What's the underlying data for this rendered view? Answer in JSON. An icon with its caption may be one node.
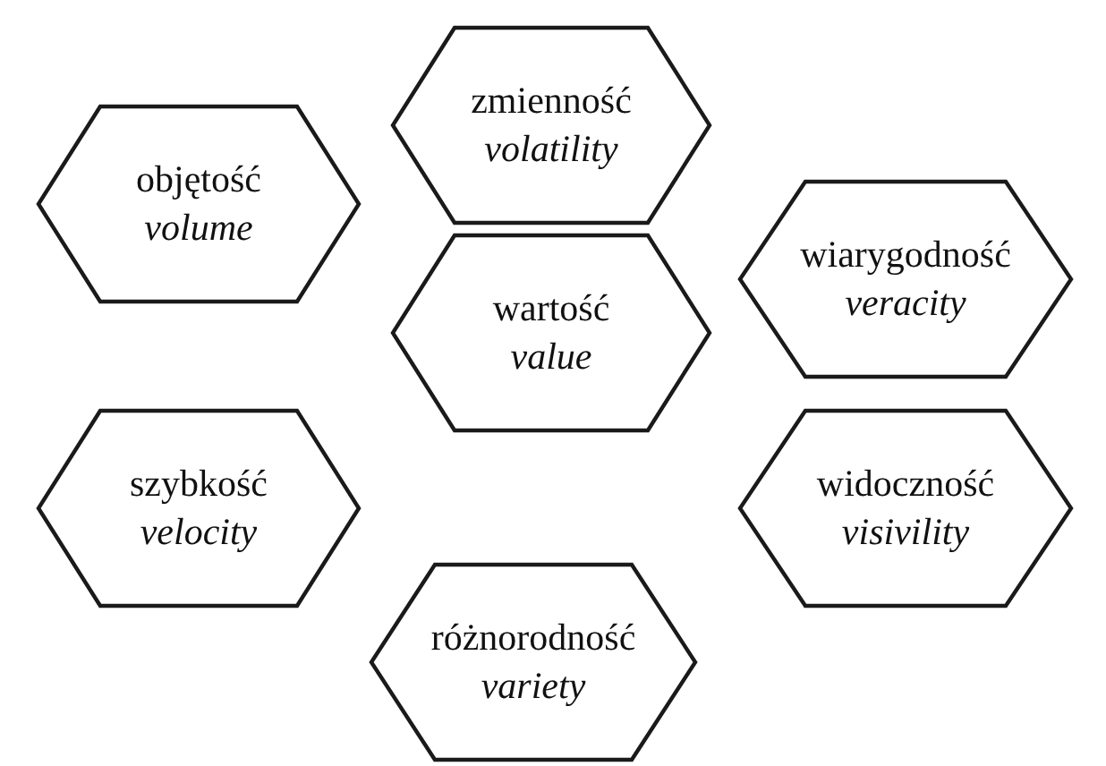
{
  "diagram": {
    "nodes": [
      {
        "text": [
          "zmienność",
          "volatility"
        ]
      },
      {
        "text": [
          "objętość",
          "volume"
        ]
      },
      {
        "text": [
          "wiarygodność",
          "veracity"
        ]
      },
      {
        "text": [
          "wartość",
          "value"
        ]
      },
      {
        "text": [
          "szybkość",
          "velocity"
        ]
      },
      {
        "text": [
          "widoczność",
          "visivility"
        ]
      },
      {
        "text": [
          "różnorodność",
          "variety"
        ]
      }
    ]
  }
}
